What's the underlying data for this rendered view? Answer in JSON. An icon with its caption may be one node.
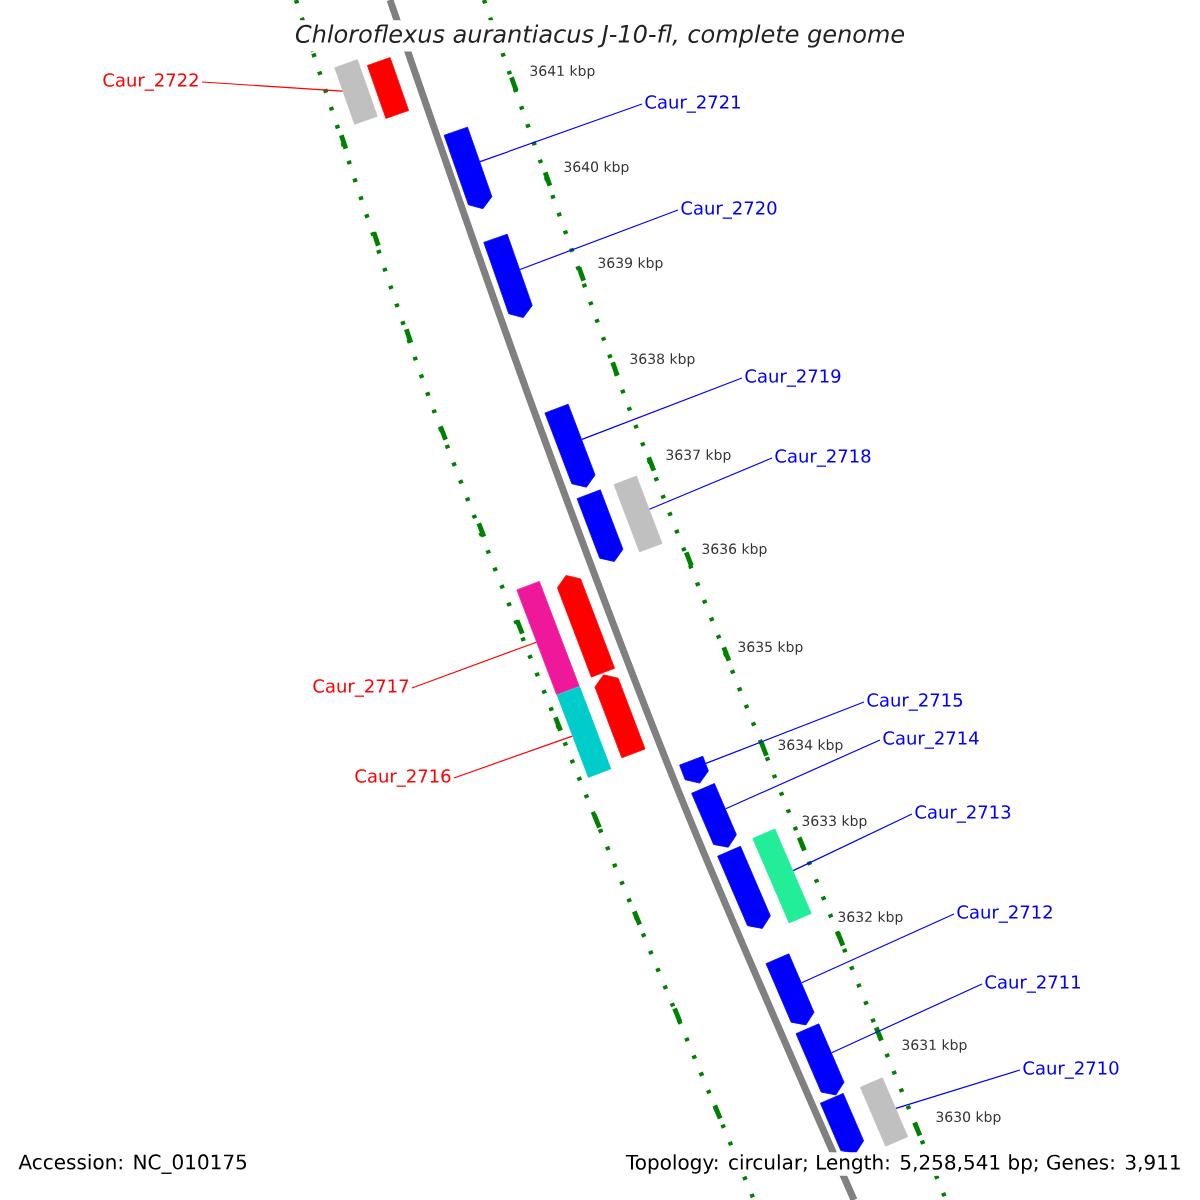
{
  "diagram": {
    "title": "Chloroflexus aurantiacus J-10-fl, complete genome",
    "nodes": [
      {
        "text": [
          "Caur_2722"
        ]
      },
      {
        "text": [
          "Caur_2721"
        ]
      },
      {
        "text": [
          "Caur_2720"
        ]
      },
      {
        "text": [
          "Caur_2719"
        ]
      },
      {
        "text": [
          "Caur_2718"
        ]
      },
      {
        "text": [
          "Caur_2717"
        ]
      },
      {
        "text": [
          "Caur_2716"
        ]
      },
      {
        "text": [
          "Caur_2715"
        ]
      },
      {
        "text": [
          "Caur_2714"
        ]
      },
      {
        "text": [
          "Caur_2713"
        ]
      },
      {
        "text": [
          "Caur_2712"
        ]
      },
      {
        "text": [
          "Caur_2711"
        ]
      },
      {
        "text": [
          "Caur_2710"
        ]
      },
      {
        "text": [],
        "shape": "box"
      },
      {
        "text": [],
        "shape": "box"
      },
      {
        "text": [],
        "shape": "arrow"
      },
      {
        "text": [],
        "shape": "arrow"
      },
      {
        "text": [],
        "shape": "arrow"
      },
      {
        "text": [],
        "shape": "arrow"
      },
      {
        "text": [],
        "shape": "box"
      },
      {
        "text": [],
        "shape": "box"
      },
      {
        "text": [],
        "shape": "arrow"
      },
      {
        "text": [],
        "shape": "box"
      },
      {
        "text": [],
        "shape": "arrow"
      },
      {
        "text": [],
        "shape": "arrow"
      },
      {
        "text": [],
        "shape": "arrow"
      },
      {
        "text": [],
        "shape": "arrow"
      },
      {
        "text": [],
        "shape": "box"
      },
      {
        "text": [],
        "shape": "arrow"
      },
      {
        "text": [],
        "shape": "arrow"
      },
      {
        "text": [],
        "shape": "arrow"
      },
      {
        "text": [],
        "shape": "box"
      }
    ],
    "edges": [
      {
        "from": 0,
        "to": 13,
        "arrow": "none",
        "color": "#ff0000"
      },
      {
        "from": 1,
        "to": 15,
        "arrow": "none"
      },
      {
        "from": 2,
        "to": 16,
        "arrow": "none"
      },
      {
        "from": 3,
        "to": 17,
        "arrow": "none"
      },
      {
        "from": 4,
        "to": 19,
        "arrow": "none"
      },
      {
        "from": 5,
        "to": 20,
        "arrow": "none",
        "color": "#ff0000"
      },
      {
        "from": 6,
        "to": 22,
        "arrow": "none",
        "color": "#ff0000"
      },
      {
        "from": 7,
        "to": 24,
        "arrow": "none"
      },
      {
        "from": 8,
        "to": 25,
        "arrow": "none"
      },
      {
        "from": 9,
        "to": 27,
        "arrow": "none"
      },
      {
        "from": 10,
        "to": 28,
        "arrow": "none"
      },
      {
        "from": 11,
        "to": 29,
        "arrow": "none"
      },
      {
        "from": 12,
        "to": 31,
        "arrow": "none"
      }
    ],
    "labels": [
      "3641 kbp",
      "3640 kbp",
      "3639 kbp",
      "3638 kbp",
      "3637 kbp",
      "3636 kbp",
      "3635 kbp",
      "3634 kbp",
      "3633 kbp",
      "3632 kbp",
      "3631 kbp",
      "3630 kbp",
      "Accession: NC_010175",
      "Topology: circular; Length: 5,258,541 bp; Genes: 3,911"
    ]
  }
}
